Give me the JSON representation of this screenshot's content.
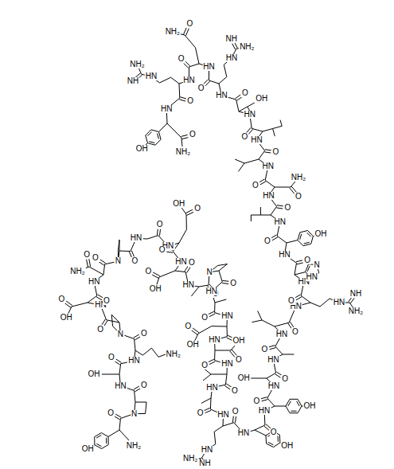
{
  "diagram": {
    "labels": [
      "NH₂",
      "OH",
      "O",
      "N",
      "O",
      "HN",
      "OH",
      "O",
      "HN",
      "NH₂",
      "O",
      "N",
      "O",
      "HN",
      "O",
      "OH",
      "O",
      "HN",
      "O",
      "NH₂",
      "O",
      "N",
      "O",
      "HN",
      "O",
      "HN",
      "O",
      "OH",
      "O",
      "HN",
      "O",
      "OH",
      "O",
      "HN",
      "O",
      "N",
      "O",
      "HN",
      "O",
      "HN",
      "O",
      "OH",
      "O",
      "HN",
      "O",
      "OH",
      "O",
      "HN",
      "O",
      "HN",
      "O",
      "HN",
      "HN",
      "NH₂",
      "NH",
      "O",
      "HN",
      "OH",
      "O",
      "HN",
      "OH",
      "O",
      "HN",
      "OH",
      "O",
      "HN",
      "O",
      "HN",
      "O",
      "HN",
      "HN",
      "NH₂",
      "NH",
      "O",
      "HN",
      "N",
      "HN",
      "O",
      "HN",
      "OH",
      "O",
      "HN",
      "O",
      "HN",
      "O",
      "NH₂",
      "O",
      "HN",
      "O",
      "HN",
      "O",
      "HN",
      "OH",
      "O",
      "HN",
      "HN",
      "NH₂",
      "NH",
      "O",
      "HN",
      "O",
      "NH₂",
      "O",
      "HN",
      "HN",
      "NH₂",
      "NH",
      "O",
      "HN",
      "OH",
      "O",
      "NH₂"
    ]
  }
}
